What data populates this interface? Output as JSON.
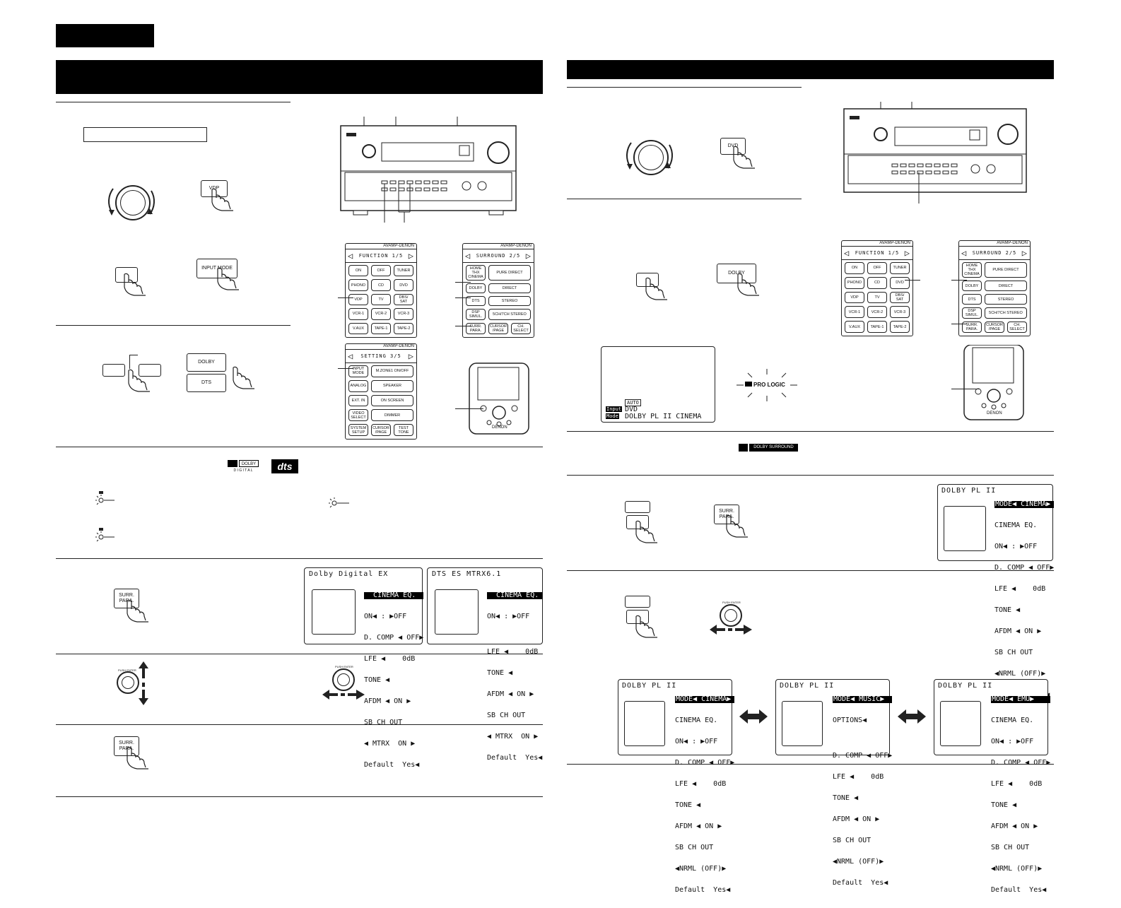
{
  "remote_function": {
    "brand": "AVAMP-DENON",
    "title": "FUNCTION  1/5",
    "buttons": [
      "ON",
      "OFF",
      "TUNER",
      "PHONO",
      "CD",
      "DVD",
      "VDP",
      "TV",
      "DBS/ SAT",
      "VCR-1",
      "VCR-2",
      "VCR-3",
      "V.AUX",
      "TAPE-1",
      "TAPE-2"
    ]
  },
  "remote_surround": {
    "brand": "AVAMP-DENON",
    "title": "SURROUND  2/5",
    "buttons": [
      "HOME THX CINEMA",
      "PURE DIRECT",
      "DOLBY",
      "DIRECT",
      "DTS",
      "STEREO",
      "DSP SIMUL.",
      "5CH/7CH STEREO",
      "SURR. PARA.",
      "CURSOR /PAGE",
      "CH. SELECT"
    ]
  },
  "remote_setting": {
    "brand": "AVAMP-DENON",
    "title": "SETTING  3/5",
    "buttons": [
      "INPUT MODE",
      "M.ZONE1 ON/OFF",
      "ANALOG",
      "SPEAKER",
      "EXT. IN",
      "ON SCREEN",
      "VIDEO SELECT",
      "DIMMER",
      "SYSTEM SETUP",
      "CURSOR /PAGE",
      "TEST TONE"
    ]
  },
  "buttons": {
    "vdp": "VDP",
    "dvd": "DVD",
    "input_mode": "INPUT MODE",
    "dolby": "DOLBY",
    "dts": "DTS",
    "surr_para": "SURR. PARA.",
    "push_enter": "PUSH ENTER"
  },
  "logos": {
    "dolby_digital_1": "DOLBY",
    "dolby_digital_2": "D I G I T A L",
    "dts": "dts",
    "pro_logic": "PRO LOGIC",
    "dolby_surround": "DOLBY SURROUND"
  },
  "remote_brand": "DENON",
  "monitor": {
    "auto": "AUTO",
    "input_label": "Input",
    "mode_label": "Mode",
    "source": "DVD",
    "mode": "DOLBY PL II CINEMA"
  },
  "osd_dd": {
    "title": "Dolby Digital EX",
    "rows": [
      "  CINEMA EQ.",
      "ON◀ : ▶OFF",
      "D. COMP ◀ OFF▶",
      "LFE ◀    0dB",
      "TONE ◀",
      "AFDM ◀ ON ▶",
      "SB CH OUT",
      "◀ MTRX  ON ▶",
      "Default  Yes◀"
    ]
  },
  "osd_dts": {
    "title": "DTS ES MTRX6.1",
    "rows": [
      "  CINEMA EQ.",
      "ON◀ : ▶OFF",
      "",
      "LFE ◀    0dB",
      "TONE ◀",
      "AFDM ◀ ON ▶",
      "SB CH OUT",
      "◀ MTRX  ON ▶",
      "Default  Yes◀"
    ]
  },
  "osd_pl": {
    "title": "DOLBY PL II",
    "rows": [
      "MODE◀ CINEMA▶",
      "CINEMA EQ.",
      "ON◀ : ▶OFF",
      "D. COMP ◀ OFF▶",
      "LFE ◀    0dB",
      "TONE ◀",
      "AFDM ◀ ON ▶",
      "SB CH OUT",
      "◀NRML (OFF)▶",
      "Default  Yes◀"
    ]
  },
  "osd_pl_music": {
    "title": "DOLBY PL II",
    "rows": [
      "MODE◀ MUSIC▶",
      "OPTIONS◀",
      "",
      "D. COMP ◀ OFF▶",
      "LFE ◀    0dB",
      "TONE ◀",
      "AFDM ◀ ON ▶",
      "SB CH OUT",
      "◀NRML (OFF)▶",
      "Default  Yes◀"
    ]
  },
  "osd_pl_emu": {
    "title": "DOLBY PL II",
    "rows": [
      "MODE◀ EMU▶",
      "CINEMA EQ.",
      "ON◀ : ▶OFF",
      "D. COMP ◀ OFF▶",
      "LFE ◀    0dB",
      "TONE ◀",
      "AFDM ◀ ON ▶",
      "SB CH OUT",
      "◀NRML (OFF)▶",
      "Default  Yes◀"
    ]
  }
}
